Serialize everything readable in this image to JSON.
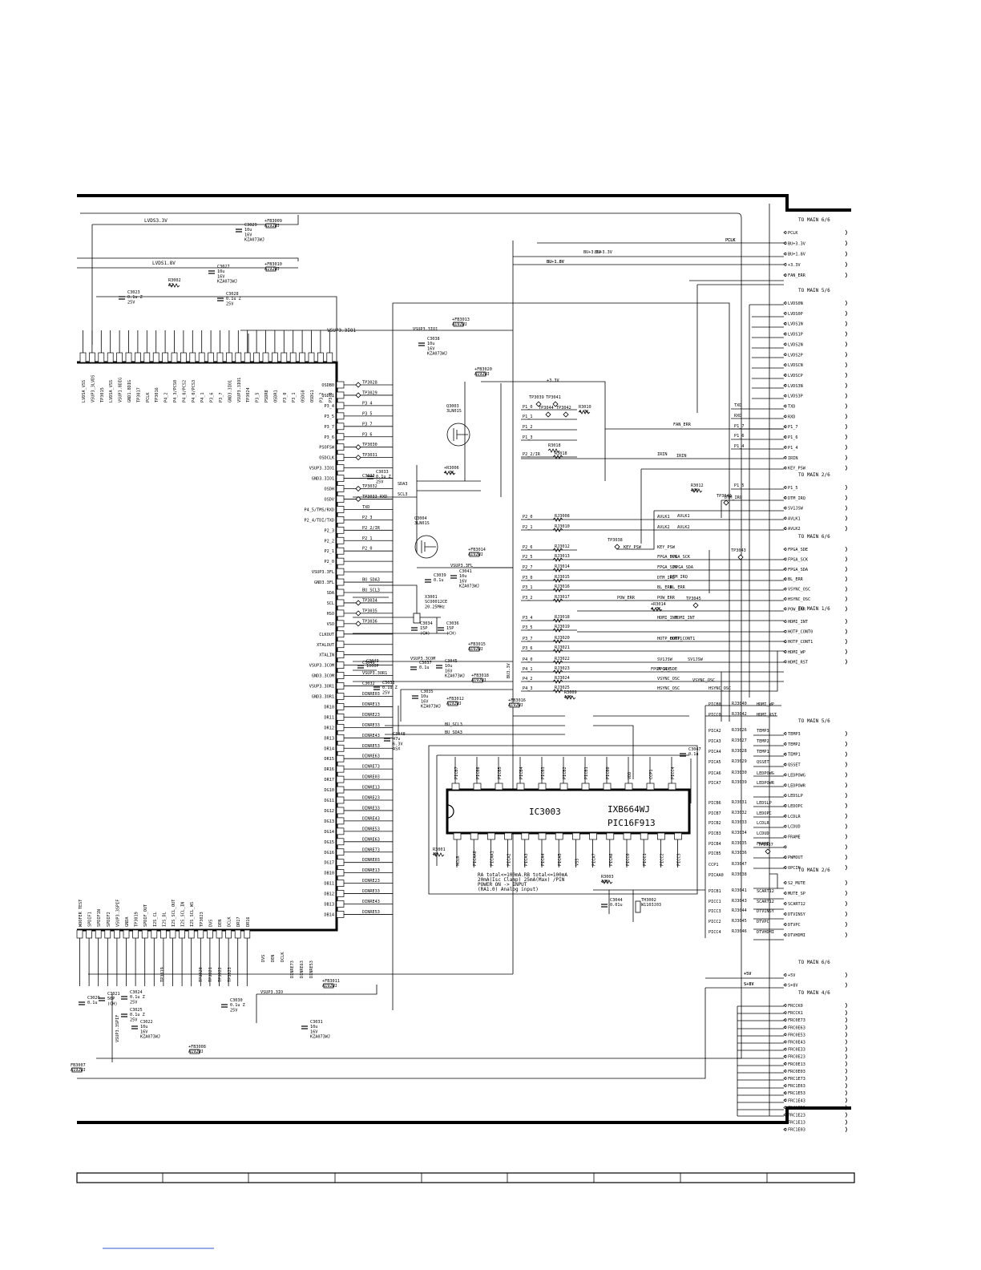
{
  "left_net_labels": [
    "LVDS3.3V",
    "LVDS1.8V",
    "VSUP3.3IO1"
  ],
  "main_ic": {
    "top_pins": [
      "LVDSA_VSS",
      "VSUP3_3LVDS",
      "TP3015",
      "LVDSA_VSS",
      "VSUP1.8DIG",
      "GND1.8DIG",
      "TP3017",
      "PCLK",
      "TP3016",
      "P4_2",
      "P4_3/PCS0",
      "P4_0/PCS2",
      "P4_0/PCS3",
      "P4_1",
      "P3_6",
      "P3_7",
      "GND3.3IO1",
      "VSUP3.3IO1",
      "TP3024",
      "P3_5",
      "PSDR8",
      "OSDR1",
      "P3_0",
      "P3_1",
      "OSDG0",
      "OSDG1",
      "P3_2",
      "P3_3"
    ],
    "right_pins": [
      "OSDB0",
      "OSDB1",
      "P3_4",
      "P3_5",
      "P3_7",
      "P3_6",
      "PSOFSW",
      "OSDCLK",
      "VSUP3.3IO1",
      "GND3.3IO1",
      "OSDH",
      "OSDV",
      "P4_5/TMS/RXD",
      "P2_4/TDI/TXD",
      "P2_3",
      "P2_2",
      "P2_1",
      "P2_0",
      "VSUP3.3FL",
      "GND3.3FL",
      "SDA",
      "SCL",
      "HSO",
      "VSO",
      "CLKOUT",
      "XTALOUT",
      "XTALIN",
      "VSUP3.3COM",
      "GND3.3COM",
      "VSUP3.3OR1",
      "GND3.3OR1",
      "DR10",
      "DR11",
      "DR12",
      "DR13",
      "DR14",
      "DR15",
      "DR16",
      "DR17",
      "DG10",
      "DG11",
      "DG12",
      "DG13",
      "DG14",
      "DG15",
      "DG16",
      "DG17",
      "DB10",
      "DB11",
      "DB12",
      "DB13",
      "DB14"
    ],
    "bottom_pins": [
      "WOOFER TEST",
      "SPDIF1",
      "SPDIF1N",
      "SPDIF2",
      "VSUP3.3SPIF",
      "GNDA",
      "TP3019",
      "SPDIF_OUT",
      "I2S_CL",
      "I2S_DL",
      "I2S_SCL_OUT",
      "I2S_SCL_IN",
      "I2S_SCL_WS",
      "TP3023",
      "DVS",
      "DEN",
      "DCLK",
      "DR17",
      "DR16"
    ],
    "right_nets": [
      "TP3028",
      "TP3029",
      "P3_4",
      "P3_5",
      "P3_7",
      "P3_6",
      "TP3030",
      "TP3031",
      "",
      "C3033",
      "TP3032",
      "TP3033 RXD",
      "TXD",
      "P2_3",
      "P2_2/IR",
      "P2_1",
      "P2_0",
      "",
      "",
      "BU_SDA3",
      "BU_SCL3",
      "TP3034",
      "TP3035",
      "TP3036",
      "",
      "",
      "",
      "C3049",
      "VSUP3.3OR1",
      "C3032",
      "DINRE03",
      "DINRE13",
      "DINRE23",
      "DINRE33",
      "DINRE43",
      "DINRE53",
      "DINRE63",
      "DINRE73",
      "DINRE03",
      "DINRE13",
      "DINRE23",
      "DINRE33",
      "DINRE43",
      "DINRE53",
      "DINRE63",
      "DINRE73",
      "DINRE03",
      "DINRE13",
      "DINRE23",
      "DINRE33",
      "DINRE43",
      "DINRE53"
    ]
  },
  "components": [
    {
      "ref": "C3029",
      "lines": [
        "C3029",
        "10u",
        "16V",
        "KZA073WJ"
      ]
    },
    {
      "ref": "FB3009",
      "lines": [
        "+FB3009",
        "A192WJ"
      ]
    },
    {
      "ref": "C3027",
      "lines": [
        "C3027",
        "10u",
        "16V",
        "KZA073WJ"
      ]
    },
    {
      "ref": "FB3010",
      "lines": [
        "+FB3010",
        "A192WJ"
      ]
    },
    {
      "ref": "R3002",
      "lines": [
        "R3002",
        "22"
      ]
    },
    {
      "ref": "C3023",
      "lines": [
        "C3023",
        "0.1u Z",
        "25V"
      ]
    },
    {
      "ref": "C3028",
      "lines": [
        "C3028",
        "0.1u Z",
        "25V"
      ]
    },
    {
      "ref": "C3038",
      "lines": [
        "C3038",
        "10u",
        "16V",
        "KZA073WJ"
      ]
    },
    {
      "ref": "FB3013",
      "lines": [
        "+FB3013",
        "A192WJ"
      ]
    },
    {
      "ref": "FB3020",
      "lines": [
        "+FB3020",
        "A192WJ"
      ]
    },
    {
      "ref": "Q3003",
      "lines": [
        "Q3003",
        "3LN01S"
      ]
    },
    {
      "ref": "Q3004",
      "lines": [
        "Q3004",
        "3LN01S"
      ]
    },
    {
      "ref": "R3006",
      "lines": [
        "+R3006",
        "4.7K"
      ]
    },
    {
      "ref": "C3033",
      "lines": [
        "C3033",
        "0.1u Z",
        "25V"
      ]
    },
    {
      "ref": "FB3014",
      "lines": [
        "+FB3014",
        "A192WJ"
      ]
    },
    {
      "ref": "C3039",
      "lines": [
        "C3039",
        "0.1u"
      ]
    },
    {
      "ref": "C3041",
      "lines": [
        "C3041",
        "10u",
        "16V",
        "KZA073WJ"
      ]
    },
    {
      "ref": "X3001",
      "lines": [
        "X3001",
        "SCO0012CE",
        "20.25MHz"
      ]
    },
    {
      "ref": "C3034",
      "lines": [
        "C3034",
        "15P",
        "(CH)"
      ]
    },
    {
      "ref": "C3036",
      "lines": [
        "C3036",
        "15P",
        "(CH)"
      ]
    },
    {
      "ref": "FB3015",
      "lines": [
        "+FB3015",
        "A192WJ"
      ]
    },
    {
      "ref": "C3037",
      "lines": [
        "C3037",
        "0.1u"
      ]
    },
    {
      "ref": "C3045",
      "lines": [
        "C3045",
        "10u",
        "16V",
        "KZA073WJ"
      ]
    },
    {
      "ref": "FB3018",
      "lines": [
        "+FB3018",
        "A192WJ"
      ]
    },
    {
      "ref": "C3035",
      "lines": [
        "C3035",
        "10u",
        "16V",
        "KZA073WJ"
      ]
    },
    {
      "ref": "FB3012",
      "lines": [
        "+FB3012",
        "A192WJ"
      ]
    },
    {
      "ref": "FB3016",
      "lines": [
        "+FB3016",
        "A192WJ"
      ]
    },
    {
      "ref": "C3048",
      "lines": [
        "C3048",
        "47u",
        "6.3V",
        "ASX"
      ]
    },
    {
      "ref": "C3049",
      "lines": [
        "C3049",
        "1000P"
      ]
    },
    {
      "ref": "C3032",
      "lines": [
        "C3032",
        "0.1u Z",
        "25V"
      ]
    },
    {
      "ref": "R3010",
      "lines": [
        "R3010",
        "4.7K"
      ]
    },
    {
      "ref": "R3018",
      "lines": [
        "R3018"
      ]
    },
    {
      "ref": "R3012",
      "lines": [
        "R3012",
        "10K"
      ]
    },
    {
      "ref": "R3014",
      "lines": [
        "+R3014",
        "4.7K"
      ]
    },
    {
      "ref": "R3009",
      "lines": [
        "R3009",
        "100"
      ]
    },
    {
      "ref": "C3047",
      "lines": [
        "C3047",
        "0.1u"
      ]
    },
    {
      "ref": "R3001",
      "lines": [
        "R3001",
        "1K"
      ]
    },
    {
      "ref": "R3003",
      "lines": [
        "R3003",
        "10K"
      ]
    },
    {
      "ref": "C3044",
      "lines": [
        "C3044",
        "0.01u"
      ]
    },
    {
      "ref": "TH3002",
      "lines": [
        "TH3002",
        "W1103J03"
      ]
    },
    {
      "ref": "C3020",
      "lines": [
        "C3020",
        "0.1u"
      ]
    },
    {
      "ref": "C3021",
      "lines": [
        "C3021",
        "56P",
        "(CH)"
      ]
    },
    {
      "ref": "C3024",
      "lines": [
        "C3024",
        "0.1u Z",
        "25V"
      ]
    },
    {
      "ref": "C3025",
      "lines": [
        "C3025",
        "0.1u Z",
        "25V"
      ]
    },
    {
      "ref": "C3030",
      "lines": [
        "C3030",
        "0.1u Z",
        "25V"
      ]
    },
    {
      "ref": "C3022",
      "lines": [
        "C3022",
        "10u",
        "16V",
        "KZA073WJ"
      ]
    },
    {
      "ref": "C3031",
      "lines": [
        "C3031",
        "10u",
        "16V",
        "KZA073WJ"
      ]
    },
    {
      "ref": "FB3011",
      "lines": [
        "+FB3011",
        "A192WJ"
      ]
    },
    {
      "ref": "FB3008",
      "lines": [
        "+FB3008",
        "A192WJ"
      ]
    },
    {
      "ref": "FB3007",
      "lines": [
        "FB3007",
        "A192WJ"
      ]
    }
  ],
  "testpoints": [
    "TP3039",
    "TP3041",
    "TP3044",
    "TP3042",
    "TP3040",
    "TP3038",
    "TP3043",
    "TP3045",
    "TP3037"
  ],
  "mid_nets": [
    "VSUP3.3IO1",
    "+3.3V",
    "BU+3.3V",
    "BU+1.8V",
    "PCLK",
    "SDA3",
    "SCL3",
    "VSUP3.3FL",
    "VSUP3.3COM",
    "BU3.3V",
    "BU_SCL3",
    "BU_SDA3",
    "VSUP3.3IO",
    "+5V",
    "S+8V",
    "VSUP3.3SPIF"
  ],
  "port_table": {
    "ports": [
      "P1_0",
      "P1_1",
      "P1_2",
      "P1_3",
      "P2_2/IR",
      "P2_0",
      "P2_1",
      "P2_6",
      "P2_5",
      "P2_7",
      "P3_0",
      "P3_1",
      "P3_2",
      "P3_4",
      "P3_5",
      "P3_7",
      "P3_6",
      "P4_0",
      "P4_1",
      "P4_2",
      "P4_3"
    ],
    "resistors": [
      "",
      "",
      "",
      "",
      "R3018",
      "RJ3008",
      "RJ3010",
      "RJ3012",
      "RJ3013",
      "RJ3014",
      "RJ3015",
      "RJ3016",
      "RJ3017",
      "RJ3018",
      "RJ3019",
      "RJ3020",
      "RJ3021",
      "RJ3022",
      "RJ3023",
      "RJ3024",
      "RJ3025"
    ],
    "nets": [
      "",
      "",
      "",
      "",
      "IRIN",
      "AVLK1",
      "AVLK2",
      "KEY_PSW",
      "FPGA_SCK",
      "FPGA_SDA",
      "DTM_IRQ",
      "BL_ERR",
      "POW_ERR",
      "HDMI_INT",
      "",
      "HOTP_CONT1",
      "",
      "SV1JSW",
      "FPGA_SDE",
      "VSYNC_OSC",
      "HSYNC_OSC"
    ]
  },
  "pic": {
    "ref": "IC3003",
    "part": "IXB664WJ",
    "name": "PIC16F913",
    "top_pins": [
      "PICB7",
      "PICB6",
      "PICB5",
      "PICB4",
      "PICB3",
      "PICB2",
      "PICB1",
      "PICB0",
      "VDD",
      "CCP1",
      "PICC4"
    ],
    "bottom_pins": [
      "MCLR",
      "PICAA0",
      "PICAA1",
      "PICA2",
      "PICA3",
      "PICA4",
      "PICA5",
      "VSS",
      "PICA7",
      "PICA6",
      "PICC0",
      "PICC1",
      "PICC2",
      "PICC3"
    ],
    "note_lines": [
      "RA total<=100mA.RB total<=100mA",
      "20mA(Isc Clamp) 25mA(Max) /PIN",
      "POWER ON -> INPUT",
      "(RA1.0) Analog input)"
    ]
  },
  "pic_ports": [
    {
      "port": "PICB0",
      "res": "RJ3040",
      "net": "HDMI_WP"
    },
    {
      "port": "PICC0",
      "res": "RJ3042",
      "net": "HDMI_RST"
    },
    {
      "port": "PICA2",
      "res": "RJ3026",
      "net": "TEMP3"
    },
    {
      "port": "PICA3",
      "res": "RJ3027",
      "net": "TEMP2"
    },
    {
      "port": "PICA4",
      "res": "RJ3028",
      "net": "TEMP1"
    },
    {
      "port": "PICA5",
      "res": "RJ3029",
      "net": "QSSET"
    },
    {
      "port": "PICA6",
      "res": "RJ3030",
      "net": "LEDPOWG"
    },
    {
      "port": "PICA7",
      "res": "RJ3039",
      "net": "LEDPOWR"
    },
    {
      "port": "PICB6",
      "res": "RJ3031",
      "net": "LEDSLP"
    },
    {
      "port": "PICB7",
      "res": "RJ3032",
      "net": "LEDOPC"
    },
    {
      "port": "PICB2",
      "res": "RJ3033",
      "net": "LCDLR"
    },
    {
      "port": "PICB3",
      "res": "RJ3034",
      "net": "LCDUD"
    },
    {
      "port": "PICB4",
      "res": "RJ3035",
      "net": "FRAME"
    },
    {
      "port": "PICB5",
      "res": "RJ3036",
      "net": ""
    },
    {
      "port": "CCP1",
      "res": "RJ3047",
      "net": ""
    },
    {
      "port": "PICAA0",
      "res": "RJ3038",
      "net": ""
    },
    {
      "port": "PICB1",
      "res": "RJ3041",
      "net": "SCART12"
    },
    {
      "port": "PICC1",
      "res": "RJ3043",
      "net": "SCART12"
    },
    {
      "port": "PICC3",
      "res": "RJ3044",
      "net": "DTVINSY"
    },
    {
      "port": "PICC2",
      "res": "RJ3045",
      "net": "DTVPC"
    },
    {
      "port": "PICC4",
      "res": "RJ3046",
      "net": "DTVHDMI"
    }
  ],
  "connectors": [
    {
      "header": "TO MAIN 6/6",
      "pins": [
        "PCLK",
        "BU+3.3V",
        "BU+1.8V",
        "+3.3V",
        "FAN_ERR"
      ]
    },
    {
      "header": "TO MAIN 5/6",
      "pins": [
        "LVDS0N",
        "LVDS0P",
        "LVDS1N",
        "LVDS1P",
        "LVDS2N",
        "LVDS2P",
        "LVDSCN",
        "LVDSCP",
        "LVDS3N",
        "LVDS3P",
        "TXD",
        "RXD",
        "P1_7",
        "P1_6",
        "P1_4",
        "IRIN",
        "KEY_PSW"
      ]
    },
    {
      "header": "TO MAIN 2/6",
      "pins": [
        "P1_5",
        "DTM_IRQ",
        "SV1JSW",
        "AVLK1",
        "AVLK2"
      ]
    },
    {
      "header": "TO MAIN 6/6",
      "pins": [
        "FPGA_SDE",
        "FPGA_SCK",
        "FPGA_SDA",
        "BL_ERR",
        "VSYNC_OSC",
        "HSYNC_OSC",
        "POW_ERR"
      ]
    },
    {
      "header": "TO MAIN 1/6",
      "pins": [
        "HDMI_INT",
        "HOTP_CONT0",
        "HOTP_CONT1",
        "HDMI_WP",
        "HDMI_RST"
      ]
    },
    {
      "header": "TO MAIN 5/6",
      "pins": [
        "TEMP3",
        "TEMP2",
        "TEMP1",
        "QSSET",
        "LEDPOWG",
        "LEDPOWR",
        "LEDSLP",
        "LEDOPC",
        "LCDLR",
        "LCDUD",
        "FRAME",
        "",
        "PWMOUT",
        "OPCIN"
      ]
    },
    {
      "header": "TO MAIN 2/6",
      "pins": [
        "S2_MUTE",
        "MUTE_SP",
        "SCART12",
        "DTVINSY",
        "DTVPC",
        "DTVHDMI"
      ]
    },
    {
      "header": "TO MAIN 6/6",
      "pins": [
        "+5V",
        "S+8V"
      ]
    },
    {
      "header": "TO MAIN 4/6",
      "pins": [
        "FRCCK0",
        "FRCCK1",
        "FRC0E73",
        "FRC0E63",
        "FRC0E53",
        "FRC0E43",
        "FRC0E33",
        "FRC0E23",
        "FRC0E13",
        "FRC0E03",
        "FRC1E73",
        "FRC1E63",
        "FRC1E53",
        "FRC1E43",
        "FRC1E33",
        "FRC1E23",
        "FRC1E13",
        "FRC1E03"
      ]
    }
  ],
  "conn_wire_labels": [
    "PCLK",
    "BU+3.3V",
    "BU+1.8V",
    "FAN_ERR",
    "TXD",
    "RXD",
    "P1_7",
    "P1_6",
    "P1_4",
    "IRIN",
    "P1_5",
    "DTM_IRQ",
    "AVLK1",
    "AVLK2",
    "KEY_PSW",
    "FPGA_SCK",
    "FPGA_SDA",
    "DTM_IRQ",
    "BL_ERR",
    "POW_ERR",
    "HDMI_INT",
    "HOTP_CONT1",
    "SV1JSW",
    "FPGA_SDE",
    "VSYNC_OSC",
    "HSYNC_OSC",
    "+5V",
    "S+8V"
  ],
  "bottom_misc": [
    "DVS",
    "DEN",
    "DCLK",
    "DINRE73",
    "DINRE63",
    "DINRE53",
    "TP3020",
    "TP3021",
    "TP3022",
    "TP3023",
    "TP3019"
  ]
}
